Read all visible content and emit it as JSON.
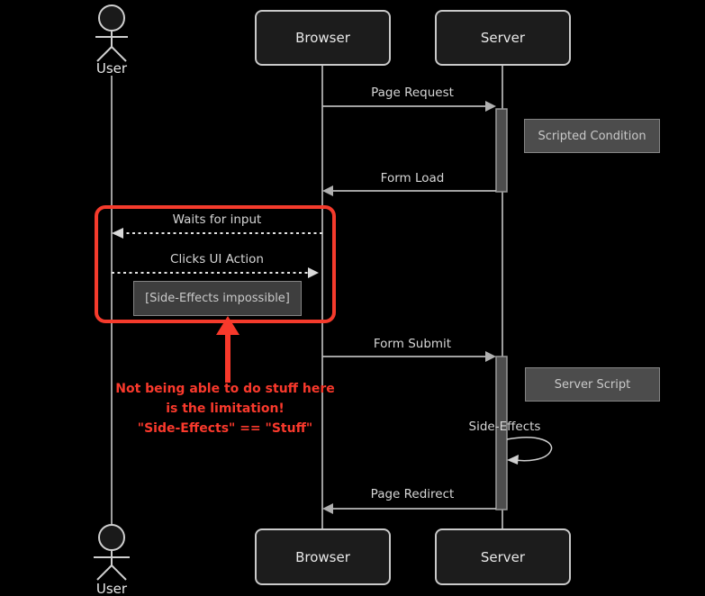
{
  "participants": {
    "user": "User",
    "browser": "Browser",
    "server": "Server"
  },
  "messages": {
    "page_request": "Page Request",
    "form_load": "Form Load",
    "waits_for_input": "Waits for input",
    "clicks_ui_action": "Clicks UI Action",
    "form_submit": "Form Submit",
    "side_effects": "Side-Effects",
    "page_redirect": "Page Redirect"
  },
  "notes": {
    "scripted_condition": "Scripted Condition",
    "side_effects_impossible": "[Side-Effects impossible]",
    "server_script": "Server Script"
  },
  "annotation": {
    "line1": "Not being able to do stuff here",
    "line2": "is the limitation!",
    "line3": "\"Side-Effects\" == \"Stuff\""
  },
  "colors": {
    "background": "#000000",
    "participant_fill": "#1c1c1c",
    "participant_border": "#c9c9c9",
    "note_fill": "#4c4c4c",
    "note_dark_fill": "#3e3e3e",
    "line_gray": "#b9b9b9",
    "text_gray": "#d6d6d6",
    "highlight_red": "#f53b2c"
  }
}
